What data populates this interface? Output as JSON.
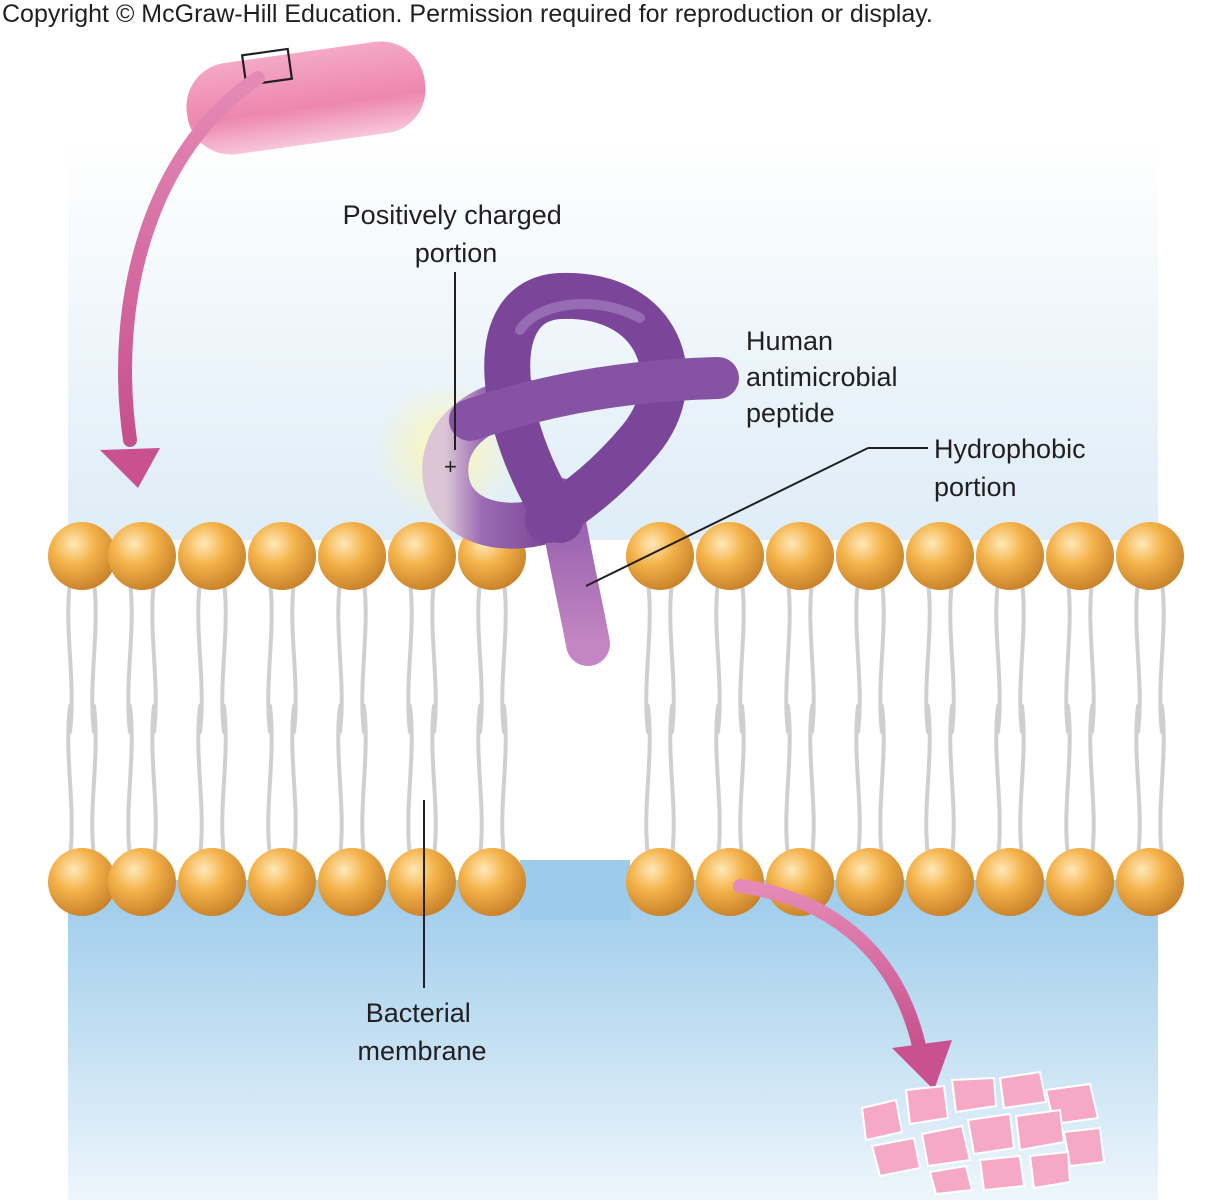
{
  "copyright": "Copyright © McGraw-Hill Education. Permission required for reproduction or display.",
  "labels": {
    "positively_charged": [
      "Positively charged",
      "portion"
    ],
    "peptide": [
      "Human",
      "antimicrobial",
      "peptide"
    ],
    "hydrophobic": [
      "Hydrophobic",
      "portion"
    ],
    "membrane": [
      "Bacterial",
      "membrane"
    ],
    "charge_symbol": "+"
  },
  "colors": {
    "outside": "#d8eaf6",
    "inside": "#8cc3e8",
    "lipid_head": "#f2a93b",
    "peptide": "#7e4a9e",
    "bacterium": "#f08fb1",
    "arrow": "#d9609a"
  },
  "icons": {
    "bacterium": "bacterium-rod-icon",
    "zoom_box": "zoom-box-icon",
    "arrow_in": "curved-arrow-icon",
    "arrow_out": "curved-arrow-icon",
    "debris": "cell-debris-icon"
  }
}
